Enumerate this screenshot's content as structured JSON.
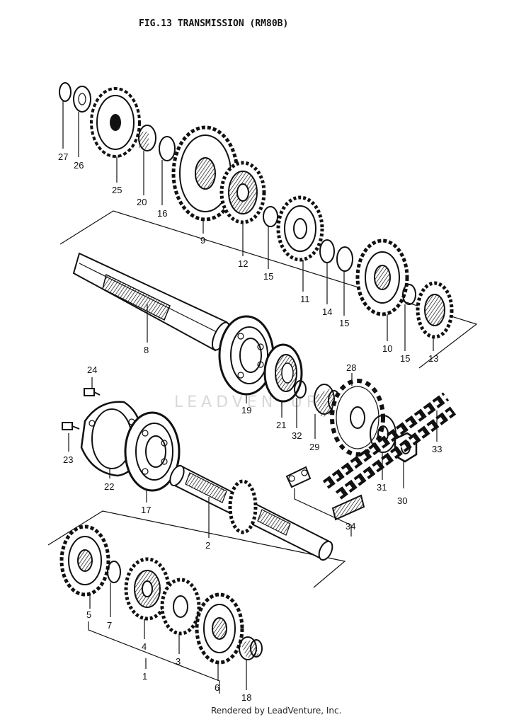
{
  "title": "FIG.13  TRANSMISSION (RM80B)",
  "credit": "Rendered by LeadVenture, Inc.",
  "watermark": "LEADVENTURE",
  "callouts": {
    "p1": "1",
    "p2": "2",
    "p3": "3",
    "p4": "4",
    "p5": "5",
    "p6": "6",
    "p7": "7",
    "p8": "8",
    "p9": "9",
    "p10": "10",
    "p11": "11",
    "p12": "12",
    "p13": "13",
    "p14": "14",
    "p15a": "15",
    "p15b": "15",
    "p15c": "15",
    "p16": "16",
    "p17": "17",
    "p18": "18",
    "p19": "19",
    "p20": "20",
    "p21": "21",
    "p22": "22",
    "p23": "23",
    "p24": "24",
    "p25": "25",
    "p26": "26",
    "p27": "27",
    "p28": "28",
    "p29": "29",
    "p30": "30",
    "p31": "31",
    "p32": "32",
    "p33": "33",
    "p34": "34"
  }
}
